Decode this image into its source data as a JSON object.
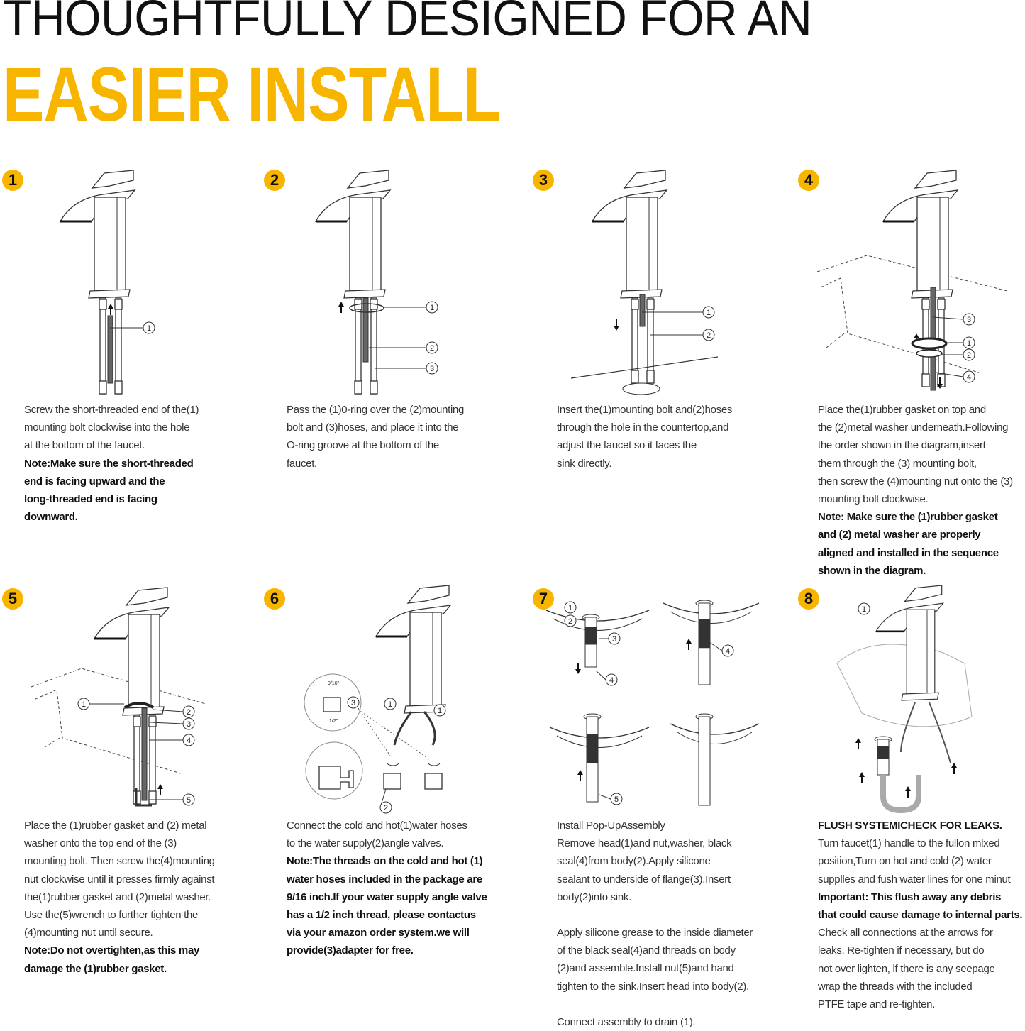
{
  "header": {
    "line1": "THOUGHTFULLY DESIGNED FOR AN",
    "line2": "EASIER INSTALL"
  },
  "colors": {
    "accent": "#F7B500",
    "text": "#333333"
  },
  "steps": [
    {
      "number": "1",
      "callouts": [
        "1"
      ],
      "lines": [
        {
          "t": "Screw the short-threaded end of the(1)"
        },
        {
          "t": "mounting bolt clockwise into the hole"
        },
        {
          "t": "at the bottom of the faucet."
        },
        {
          "t": "Note:Make sure the short-threaded",
          "b": true
        },
        {
          "t": "end is facing upward and the",
          "b": true
        },
        {
          "t": "long-threaded end is facing",
          "b": true
        },
        {
          "t": "downward.",
          "b": true
        }
      ]
    },
    {
      "number": "2",
      "callouts": [
        "1",
        "2",
        "3"
      ],
      "lines": [
        {
          "t": "Pass the (1)0-ring over the (2)mounting"
        },
        {
          "t": "bolt and (3)hoses, and place it into the"
        },
        {
          "t": "O-ring groove at the bottom of the"
        },
        {
          "t": "faucet."
        }
      ]
    },
    {
      "number": "3",
      "callouts": [
        "1",
        "2"
      ],
      "lines": [
        {
          "t": "Insert the(1)mounting bolt and(2)hoses"
        },
        {
          "t": "through the hole in the countertop,and"
        },
        {
          "t": "adjust the faucet so it faces the"
        },
        {
          "t": "sink directly."
        }
      ]
    },
    {
      "number": "4",
      "callouts": [
        "3",
        "1",
        "2",
        "4"
      ],
      "lines": [
        {
          "t": "Place the(1)rubber gasket on top and"
        },
        {
          "t": "the (2)metal washer underneath.Following"
        },
        {
          "t": "the order shown in the diagram,insert"
        },
        {
          "t": "them through the (3) mounting bolt,"
        },
        {
          "t": "then screw the (4)mounting nut onto the (3)"
        },
        {
          "t": "mounting bolt clockwise."
        },
        {
          "t": "Note: Make sure the (1)rubber gasket",
          "b": true
        },
        {
          "t": "and (2) metal washer are properly",
          "b": true
        },
        {
          "t": "aligned and installed in the sequence",
          "b": true
        },
        {
          "t": "shown in the diagram.",
          "b": true
        }
      ]
    },
    {
      "number": "5",
      "callouts": [
        "1",
        "2",
        "3",
        "4",
        "5"
      ],
      "lines": [
        {
          "t": "Place the (1)rubber gasket and (2) metal"
        },
        {
          "t": "washer onto the top end of the (3)"
        },
        {
          "t": "mounting bolt. Then screw the(4)mounting"
        },
        {
          "t": "nut clockwise until it presses firmly against"
        },
        {
          "t": "the(1)rubber gasket and (2)metal washer."
        },
        {
          "t": "Use the(5)wrench to further tighten the"
        },
        {
          "t": "(4)mounting nut until secure."
        },
        {
          "t": "Note:Do not overtighten,as this may",
          "b": true
        },
        {
          "t": "damage the (1)rubber gasket.",
          "b": true
        }
      ]
    },
    {
      "number": "6",
      "callouts": [
        "3",
        "1",
        "1",
        "2"
      ],
      "sizes": [
        "9/16\"",
        "1/2\""
      ],
      "lines": [
        {
          "t": "Connect the cold and hot(1)water hoses"
        },
        {
          "t": "to the water supply(2)angle valves."
        },
        {
          "t": "Note:The threads on the cold and hot (1)",
          "b": true
        },
        {
          "t": "water hoses included in the package are",
          "b": true
        },
        {
          "t": "9/16 inch.If your water supply angle valve",
          "b": true
        },
        {
          "t": "has a 1/2 inch thread, please contactus",
          "b": true
        },
        {
          "t": "via your amazon order system.we will",
          "b": true
        },
        {
          "t": "provide(3)adapter for free.",
          "b": true
        }
      ]
    },
    {
      "number": "7",
      "callouts": [
        "1",
        "2",
        "3",
        "4",
        "4",
        "5"
      ],
      "lines": [
        {
          "t": "Install Pop-UpAssembly"
        },
        {
          "t": "Remove head(1)and nut,washer, black"
        },
        {
          "t": "seal(4)from body(2).Apply silicone"
        },
        {
          "t": "sealant to underside of flange(3).Insert"
        },
        {
          "t": "body(2)into sink."
        },
        {
          "t": ""
        },
        {
          "t": "Apply silicone grease to the inside diameter"
        },
        {
          "t": "of the black seal(4)and threads on body"
        },
        {
          "t": "(2)and assemble.Install nut(5)and hand"
        },
        {
          "t": "tighten to the sink.Insert head into body(2)."
        },
        {
          "t": ""
        },
        {
          "t": "Connect assembly to drain (1)."
        }
      ]
    },
    {
      "number": "8",
      "callouts": [
        "1"
      ],
      "lines": [
        {
          "t": "FLUSH SYSTEMICHECK FOR LEAKS.",
          "b": true
        },
        {
          "t": "Turn faucet(1) handle to the fullon mlxed"
        },
        {
          "t": "position,Turn on hot and cold (2) water"
        },
        {
          "t": "supplles and fush water lines for one minut"
        },
        {
          "t": "Important: This flush away any debris",
          "b": true
        },
        {
          "t": "that could cause damage to internal parts.",
          "b": true
        },
        {
          "t": "Check all connections at the arrows for"
        },
        {
          "t": "leaks, Re-tighten if necessary, but do"
        },
        {
          "t": "not over lighten, lf there is any seepage"
        },
        {
          "t": "wrap the threads with the included"
        },
        {
          "t": "PTFE tape and re-tighten."
        }
      ]
    }
  ]
}
